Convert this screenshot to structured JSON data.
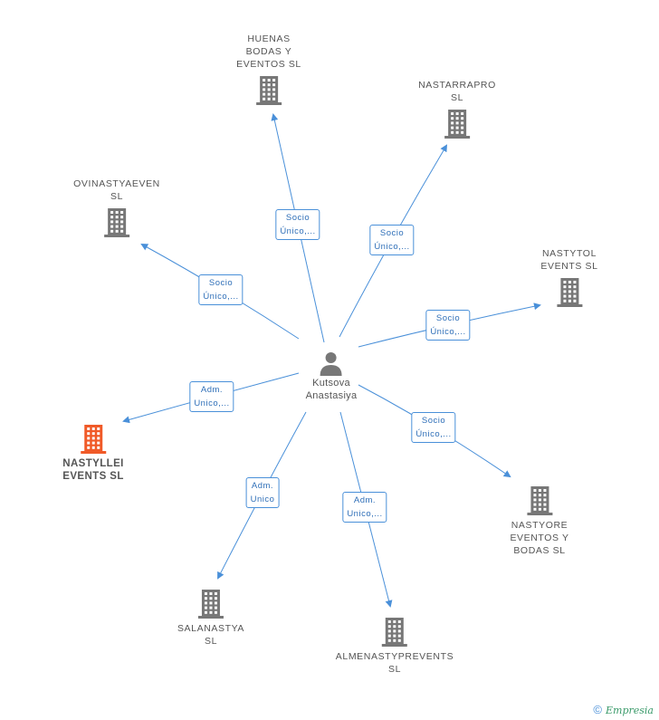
{
  "center": {
    "name": "Kutsova\nAnastasiya",
    "icon": "person-icon"
  },
  "companies": [
    {
      "id": "huenas",
      "label": "HUENAS\nBODAS Y\nEVENTOS  SL",
      "relation": "Socio\nÚnico,...",
      "highlight": false
    },
    {
      "id": "nastarrapro",
      "label": "NASTARRAPRO\nSL",
      "relation": "Socio\nÚnico,...",
      "highlight": false
    },
    {
      "id": "ovinastyaeven",
      "label": "OVINASTYAEVEN\nSL",
      "relation": "Socio\nÚnico,...",
      "highlight": false
    },
    {
      "id": "nastytol",
      "label": "NASTYTOL\nEVENTS  SL",
      "relation": "Socio\nÚnico,...",
      "highlight": false
    },
    {
      "id": "nastyllei",
      "label": "NASTYLLEI\nEVENTS SL",
      "relation": "Adm.\nUnico,...",
      "highlight": true
    },
    {
      "id": "nastyore",
      "label": "NASTYORE\nEVENTOS Y\nBODAS  SL",
      "relation": "Socio\nÚnico,...",
      "highlight": false
    },
    {
      "id": "salanastya",
      "label": "SALANASTYA\nSL",
      "relation": "Adm.\nUnico",
      "highlight": false
    },
    {
      "id": "almenastyp",
      "label": "ALMENASTYPREVENTS\nSL",
      "relation": "Adm.\nUnico,...",
      "highlight": false
    }
  ],
  "colors": {
    "edge": "#4a90d9",
    "building": "#777777",
    "highlight": "#f05a28"
  },
  "footer": {
    "copyright": "©",
    "brand": "Empresia"
  }
}
